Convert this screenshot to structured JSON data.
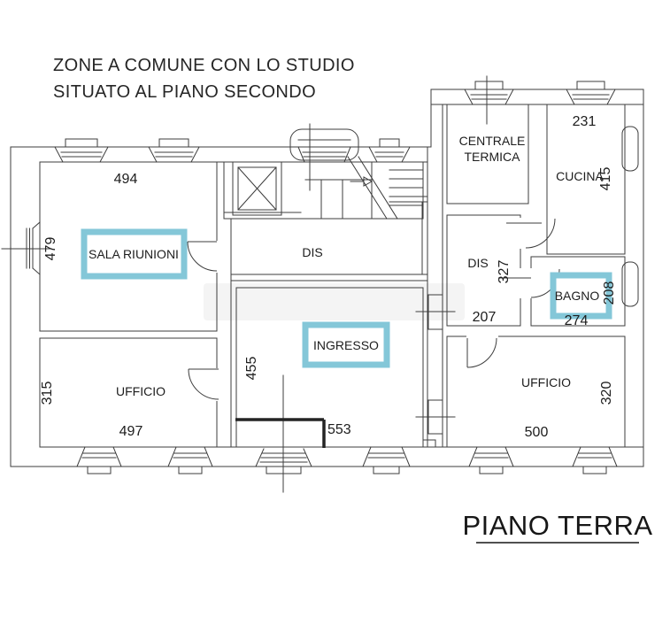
{
  "title": {
    "line1": "ZONE A COMUNE CON LO STUDIO",
    "line2": "SITUATO AL PIANO SECONDO"
  },
  "floor_label": "PIANO TERRA",
  "colors": {
    "highlight": "#84c7d8",
    "line": "#3d3d3d"
  },
  "rooms": {
    "sala_riunioni": {
      "label": "SALA RIUNIONI",
      "highlighted": true
    },
    "ufficio_sx": {
      "label": "UFFICIO"
    },
    "dis_centro": {
      "label": "DIS"
    },
    "ingresso": {
      "label": "INGRESSO",
      "highlighted": true
    },
    "centrale_termica": {
      "line1": "CENTRALE",
      "line2": "TERMICA"
    },
    "cucina": {
      "label": "CUCINA"
    },
    "dis_dx": {
      "label": "DIS"
    },
    "bagno": {
      "label": "BAGNO",
      "highlighted": true
    },
    "ufficio_dx": {
      "label": "UFFICIO"
    }
  },
  "dimensions": {
    "sala_width": "494",
    "sala_height": "479",
    "ufficio_sx_height": "315",
    "ufficio_sx_width": "497",
    "ingresso_height": "455",
    "ingresso_width": "553",
    "cucina_width": "231",
    "cucina_height": "415",
    "dis_dx_height": "327",
    "dis_dx_width": "207",
    "bagno_width": "274",
    "bagno_height": "208",
    "ufficio_dx_width": "500",
    "ufficio_dx_height": "320"
  }
}
